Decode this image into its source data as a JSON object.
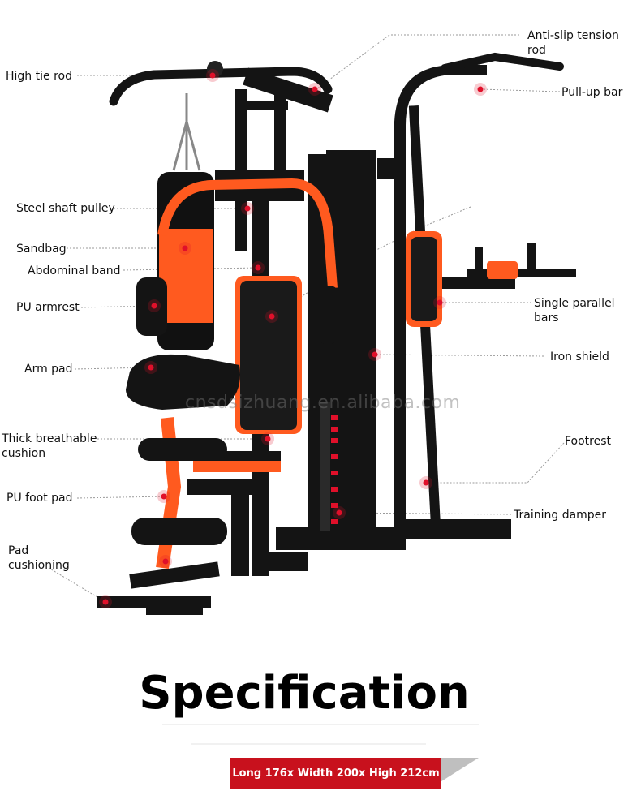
{
  "watermark": "cnsdsizhuang.en.alibaba.com",
  "labels": {
    "anti_slip": "Anti-slip tension rod",
    "high_tie_rod": "High tie rod",
    "pull_up_bar": "Pull-up bar",
    "steel_shaft_pulley": "Steel shaft pulley",
    "sandbag": "Sandbag",
    "abdominal_band": "Abdominal band",
    "pu_armrest": "PU armrest",
    "single_parallel_bars": "Single parallel bars",
    "iron_shield": "Iron shield",
    "arm_pad": "Arm pad",
    "thick_cushion": "Thick breathable\ncushion",
    "footrest": "Footrest",
    "pu_foot_pad": "PU foot pad",
    "training_damper": "Training damper",
    "pad_cushioning": "Pad\ncushioning"
  },
  "spec": {
    "title": "Specification",
    "dimensions": "Long 176x Width 200x High 212cm"
  },
  "colors": {
    "frame": "#111111",
    "accent": "#ff5a1f",
    "marker": "#e0102a",
    "spec_box": "#c8111d"
  }
}
